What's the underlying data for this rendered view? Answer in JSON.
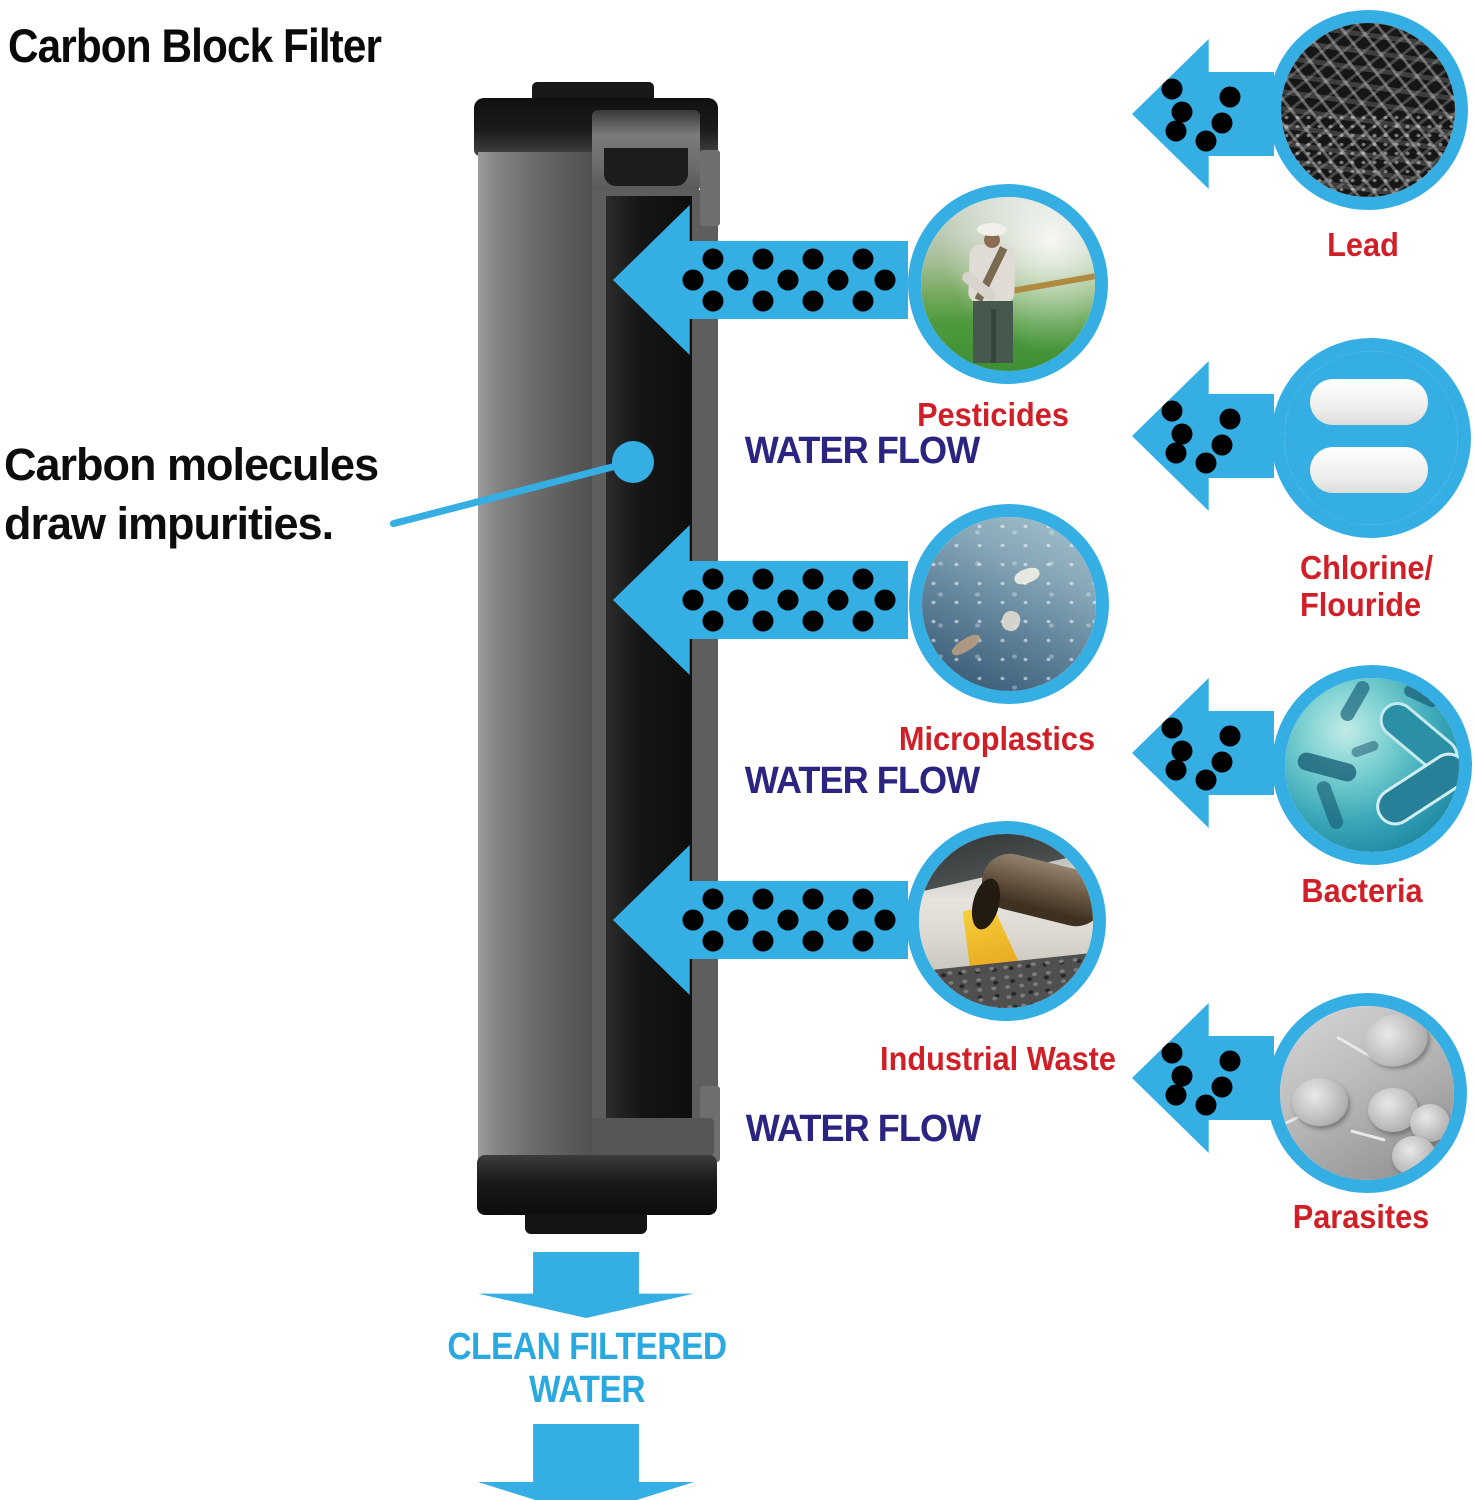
{
  "title": "Carbon Block Filter",
  "callout": {
    "line1": "Carbon molecules",
    "line2": "draw impurities."
  },
  "water_flow": [
    "WATER FLOW",
    "WATER FLOW",
    "WATER FLOW"
  ],
  "left_items": [
    {
      "label": "Pesticides",
      "photo": "pesticide-spraying-field-photo"
    },
    {
      "label": "Microplastics",
      "photo": "microplastics-underwater-photo"
    },
    {
      "label": "Industrial Waste",
      "photo": "industrial-waste-pipe-photo"
    }
  ],
  "right_items": [
    {
      "label": "Lead",
      "photo": "lead-carbon-chunks-photo"
    },
    {
      "label": "Chlorine/",
      "label2": "Flouride",
      "photo": "chlorine-flouride-tablets-photo"
    },
    {
      "label": "Bacteria",
      "photo": "bacteria-microscopy-photo"
    },
    {
      "label": "Parasites",
      "photo": "parasites-microscopy-photo"
    }
  ],
  "bottom": {
    "line1": "CLEAN FILTERED",
    "line2": "WATER"
  },
  "colors": {
    "arrow_blue": "#35AEE3",
    "dot_indigo": "#2E2A90",
    "label_red": "#D01F26",
    "flow_navy": "#2B2480",
    "clean_water_blue": "#29A9E0"
  }
}
